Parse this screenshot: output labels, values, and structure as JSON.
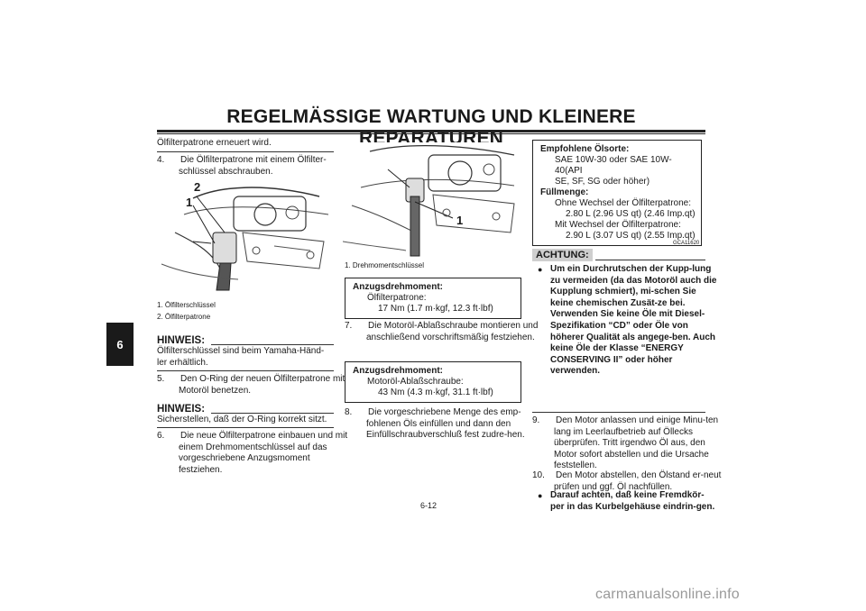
{
  "header": {
    "title": "REGELMÄSSIGE WARTUNG UND KLEINERE REPARATUREN",
    "chapter_tab": "6"
  },
  "col1": {
    "intro": "Ölfilterpatrone erneuert wird.",
    "step4": {
      "num": "4.",
      "text": "Die Ölfilterpatrone mit einem Ölfilter-schlüssel abschrauben."
    },
    "fig1_callout_1": "1",
    "fig1_callout_2": "2",
    "fig1_caption_1": "1. Ölfilterschlüssel",
    "fig1_caption_2": "2. Ölfilterpatrone",
    "hinweis1_label": "HINWEIS:",
    "hinweis1_text": "Ölfilterschlüssel sind beim Yamaha-Händ-ler erhältlich.",
    "step5": {
      "num": "5.",
      "text": "Den O-Ring der neuen Ölfilterpatrone mit Motoröl benetzen."
    },
    "hinweis2_label": "HINWEIS:",
    "hinweis2_text": "Sicherstellen, daß der O-Ring korrekt sitzt.",
    "step6": {
      "num": "6.",
      "text": "Die neue Ölfilterpatrone einbauen und mit einem Drehmomentschlüssel auf das vorgeschriebene Anzugsmoment festziehen."
    }
  },
  "col2": {
    "fig2_callout_1": "1",
    "fig2_caption": "1. Drehmomentschlüssel",
    "torque1": {
      "title": "Anzugsdrehmoment:",
      "item": "Ölfilterpatrone:",
      "value": "17 Nm (1.7 m·kgf, 12.3 ft·lbf)"
    },
    "step7": {
      "num": "7.",
      "text": "Die Motoröl-Ablaßschraube montieren und anschließend vorschriftsmäßig festziehen."
    },
    "torque2": {
      "title": "Anzugsdrehmoment:",
      "item": "Motoröl-Ablaßschraube:",
      "value": "43 Nm (4.3 m·kgf, 31.1 ft·lbf)"
    },
    "step8": {
      "num": "8.",
      "text": "Die vorgeschriebene Menge des emp-fohlenen Öls einfüllen und dann den Einfüllschraubverschluß fest zudre-hen."
    }
  },
  "col3": {
    "oil_box": {
      "title1": "Empfohlene Ölsorte:",
      "line1": "SAE 10W-30 oder SAE 10W-40(API",
      "line2": "SE, SF, SG oder höher)",
      "title2": "Füllmenge:",
      "sub1": "Ohne Wechsel der Ölfilterpatrone:",
      "val1": "2.80 L (2.96 US qt) (2.46 Imp.qt)",
      "sub2": "Mit Wechsel der Ölfilterpatrone:",
      "val2": "2.90 L (3.07 US qt) (2.55 Imp.qt)"
    },
    "code": "GCA11620",
    "achtung_label": "ACHTUNG:",
    "warn1": "Um ein Durchrutschen der Kupp-lung zu vermeiden (da das Motoröl auch die Kupplung schmiert), mi-schen Sie keine chemischen Zusät-ze bei. Verwenden Sie keine Öle mit Diesel-Spezifikation “CD” oder Öle von höherer Qualität als angege-ben. Auch keine Öle der Klasse “ENERGY CONSERVING II” oder höher verwenden.",
    "warn2": "Darauf achten, daß keine Fremdkör-per in das Kurbelgehäuse eindrin-gen.",
    "step9": {
      "num": "9.",
      "text": "Den Motor anlassen und einige Minu-ten lang im Leerlaufbetrieb auf Öllecks überprüfen. Tritt irgendwo Öl aus, den Motor sofort abstellen und die Ursache feststellen."
    },
    "step10": {
      "num": "10.",
      "text": "Den Motor abstellen, den Ölstand er-neut prüfen und ggf. Öl nachfüllen."
    }
  },
  "footer": {
    "page_number": "6-12",
    "watermark": "carmanualsonline.info"
  }
}
